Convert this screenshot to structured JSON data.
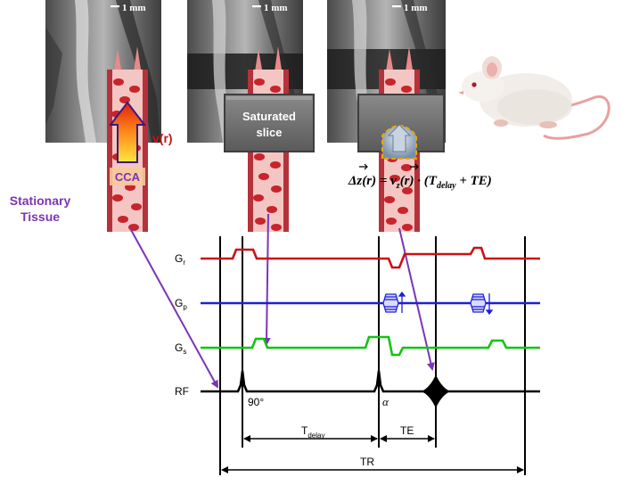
{
  "images": {
    "scale_bar_label": "1 mm"
  },
  "labels": {
    "velocity": "v(r)",
    "cca": "CCA",
    "stationary_line1": "Stationary",
    "stationary_line2": "Tissue",
    "saturated_line1": "Saturated",
    "saturated_line2": "slice"
  },
  "equation": {
    "lhs": "Δz(r) = v",
    "sub_z": "z",
    "mid": "(r) · (T",
    "sub_delay": "delay",
    "tail": " + TE)"
  },
  "sequence": {
    "channels": [
      {
        "main": "G",
        "sub": "r",
        "color": "#cc1111"
      },
      {
        "main": "G",
        "sub": "p",
        "color": "#1f1fd6"
      },
      {
        "main": "G",
        "sub": "s",
        "color": "#11c511"
      },
      {
        "main": "RF",
        "sub": "",
        "color": "#000000"
      }
    ],
    "flip_90": "90°",
    "flip_alpha": "α",
    "t_delay_main": "T",
    "t_delay_sub": "delay",
    "te": "TE",
    "tr": "TR"
  },
  "colors": {
    "arrow_purple": "#7b35b5",
    "vessel": "#b5323a",
    "plasma": "#f4c6c3",
    "grey_box": "#6e6e6e"
  }
}
